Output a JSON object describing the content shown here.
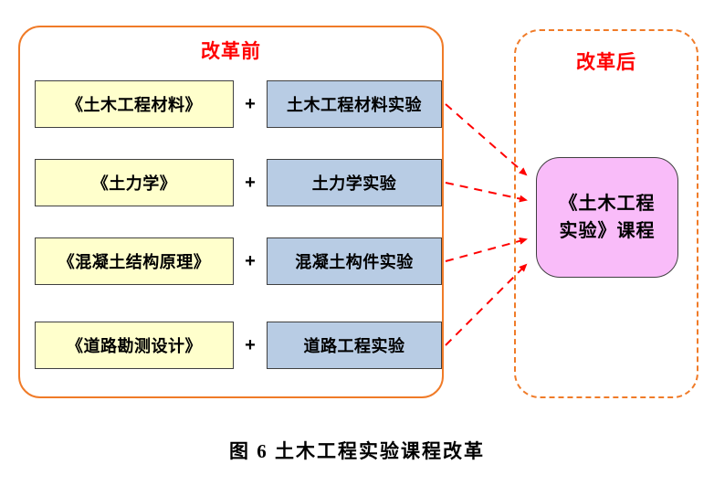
{
  "diagram": {
    "before_panel": {
      "title": "改革前"
    },
    "after_panel": {
      "title": "改革后"
    },
    "rows": [
      {
        "course": "《土木工程材料》",
        "plus": "+",
        "experiment": "土木工程材料实验"
      },
      {
        "course": "《土力学》",
        "plus": "+",
        "experiment": "土力学实验"
      },
      {
        "course": "《混凝土结构原理》",
        "plus": "+",
        "experiment": "混凝土构件实验"
      },
      {
        "course": "《道路勘测设计》",
        "plus": "+",
        "experiment": "道路工程实验"
      }
    ],
    "result_box": {
      "line1": "《土木工程",
      "line2": "实验》课程"
    },
    "caption": "图 6  土木工程实验课程改革",
    "colors": {
      "panel_border": "#F07B28",
      "title_red": "#FF0000",
      "course_fill": "#FFFFCC",
      "experiment_fill": "#B8CCE4",
      "result_fill": "#F9BCF9",
      "arrow": "#FF0000",
      "box_border": "#404040"
    }
  }
}
